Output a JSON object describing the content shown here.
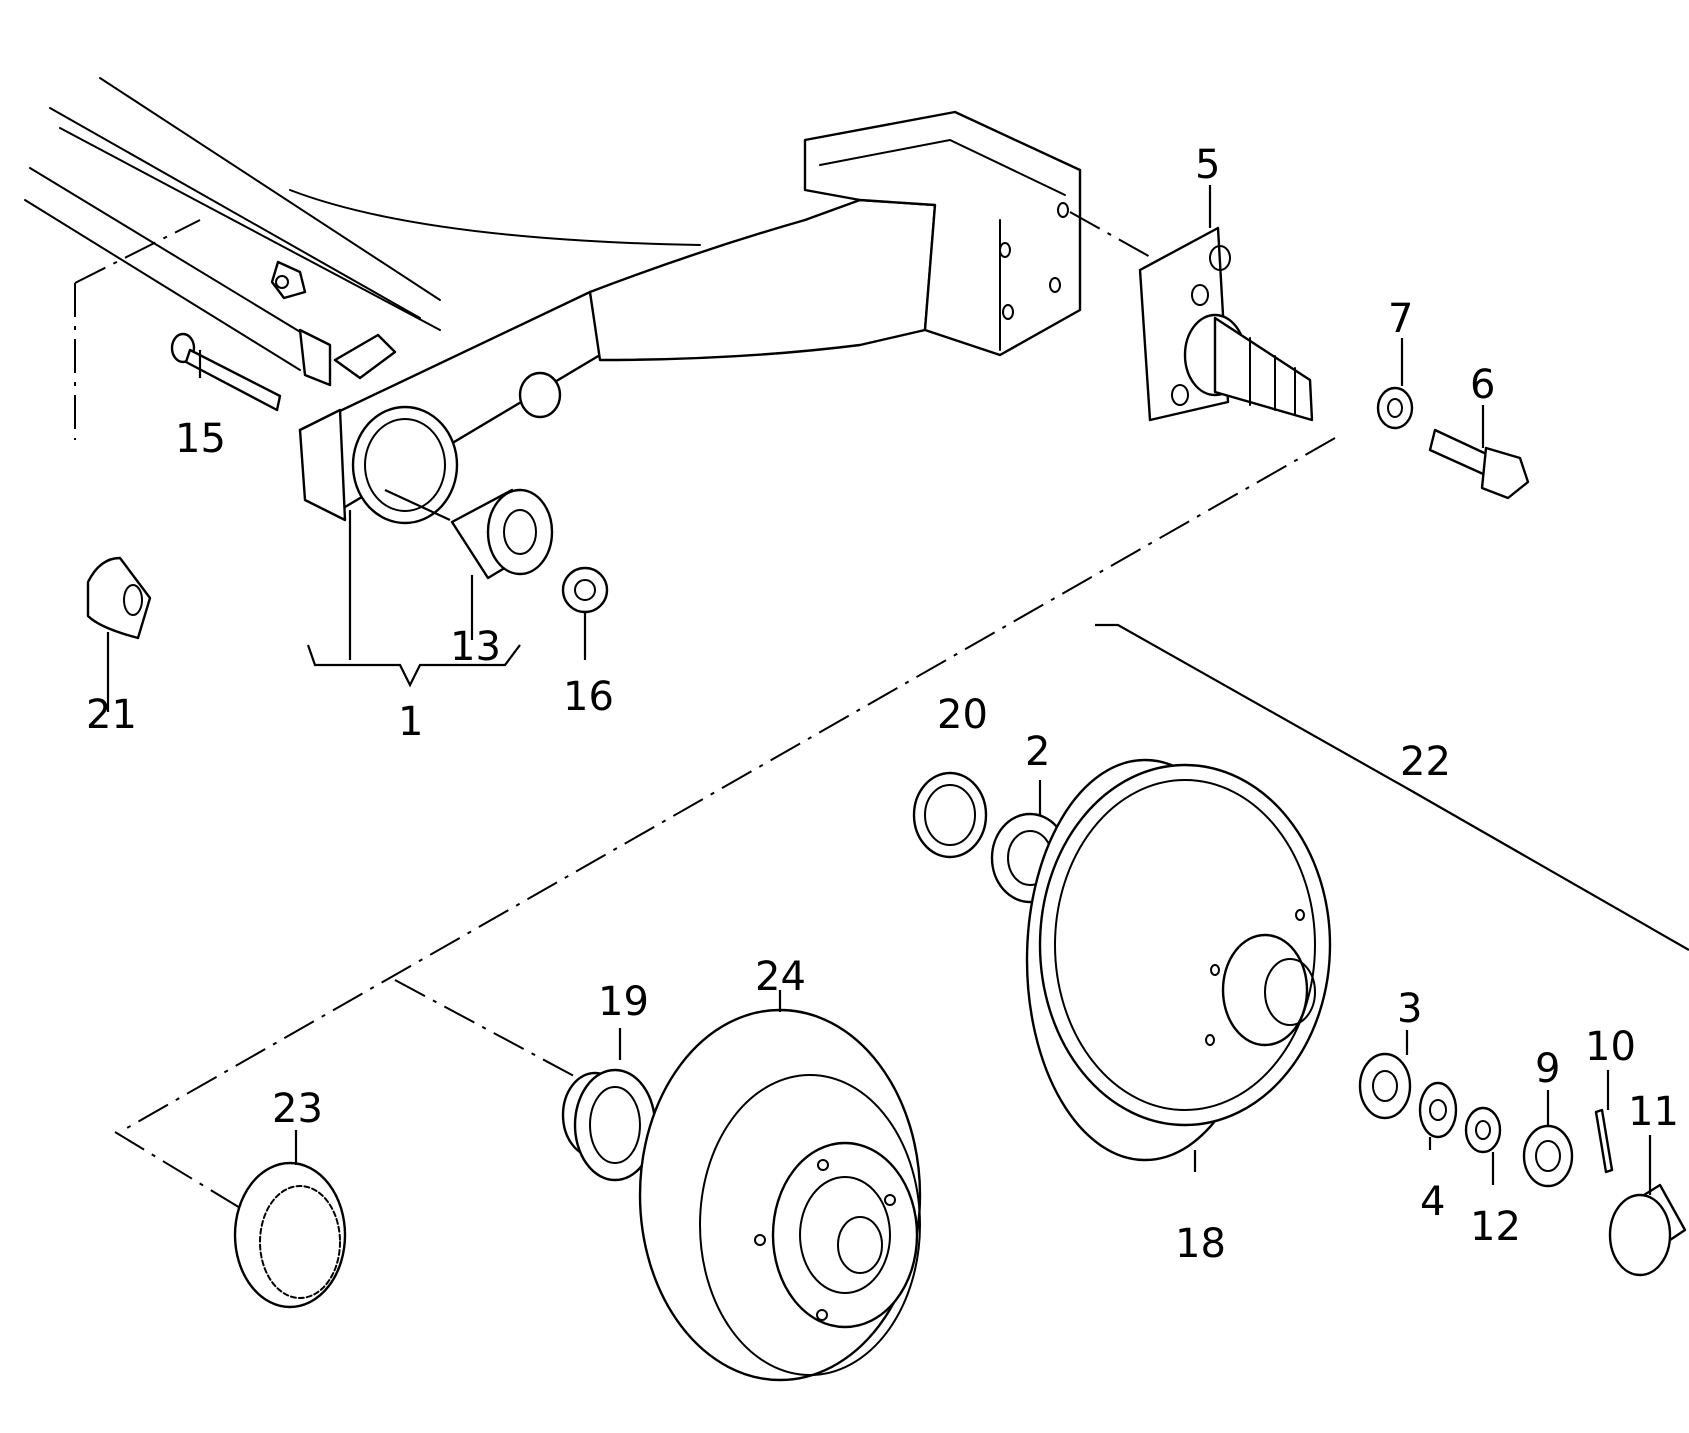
{
  "diagram": {
    "callouts": [
      {
        "id": "1",
        "label": "1"
      },
      {
        "id": "2",
        "label": "2"
      },
      {
        "id": "3",
        "label": "3"
      },
      {
        "id": "4",
        "label": "4"
      },
      {
        "id": "5",
        "label": "5"
      },
      {
        "id": "6",
        "label": "6"
      },
      {
        "id": "7",
        "label": "7"
      },
      {
        "id": "9",
        "label": "9"
      },
      {
        "id": "10",
        "label": "10"
      },
      {
        "id": "11",
        "label": "11"
      },
      {
        "id": "12",
        "label": "12"
      },
      {
        "id": "13",
        "label": "13"
      },
      {
        "id": "15",
        "label": "15"
      },
      {
        "id": "16",
        "label": "16"
      },
      {
        "id": "18",
        "label": "18"
      },
      {
        "id": "19",
        "label": "19"
      },
      {
        "id": "20",
        "label": "20"
      },
      {
        "id": "21",
        "label": "21"
      },
      {
        "id": "22",
        "label": "22"
      },
      {
        "id": "23",
        "label": "23"
      },
      {
        "id": "24",
        "label": "24"
      }
    ]
  }
}
